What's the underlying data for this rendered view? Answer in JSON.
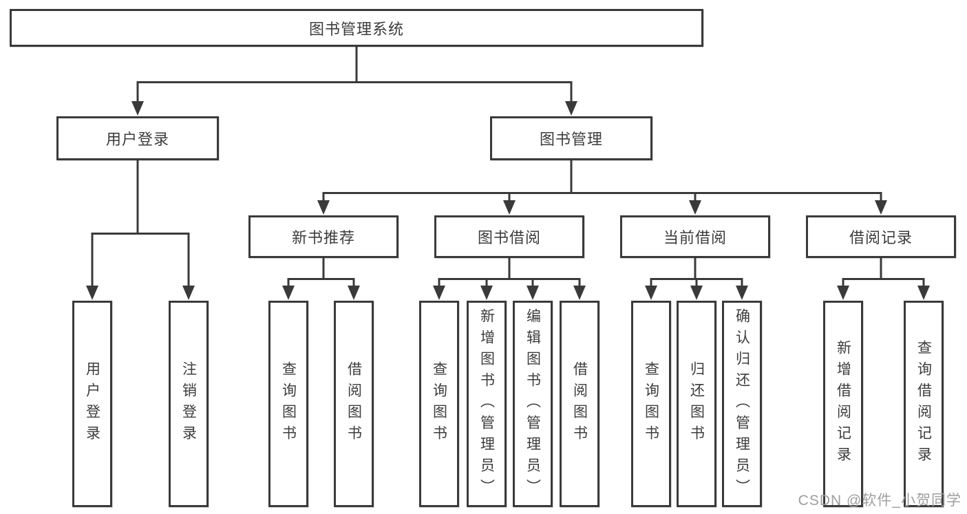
{
  "colors": {
    "line": "#3a3a3a",
    "box_border": "#3a3a3a",
    "box_background": "#ffffff",
    "text": "#3c3c3c",
    "watermark_text": "#9f9f9f"
  },
  "watermark": {
    "text": "CSDN @软件_小贺同学"
  },
  "diagram": {
    "root": {
      "label": "图书管理系统"
    },
    "children": [
      {
        "label": "用户登录",
        "children": [
          {
            "label": "用户登录"
          },
          {
            "label": "注销登录"
          }
        ]
      },
      {
        "label": "图书管理",
        "children": [
          {
            "label": "新书推荐",
            "children": [
              {
                "label": "查询图书"
              },
              {
                "label": "借阅图书"
              }
            ]
          },
          {
            "label": "图书借阅",
            "children": [
              {
                "label": "查询图书"
              },
              {
                "label": "新增图书（管理员）"
              },
              {
                "label": "编辑图书（管理员）"
              },
              {
                "label": "借阅图书"
              }
            ]
          },
          {
            "label": "当前借阅",
            "children": [
              {
                "label": "查询图书"
              },
              {
                "label": "归还图书"
              },
              {
                "label": "确认归还（管理员）"
              }
            ]
          },
          {
            "label": "借阅记录",
            "children": [
              {
                "label": "新增借阅记录"
              },
              {
                "label": "查询借阅记录"
              }
            ]
          }
        ]
      }
    ]
  }
}
